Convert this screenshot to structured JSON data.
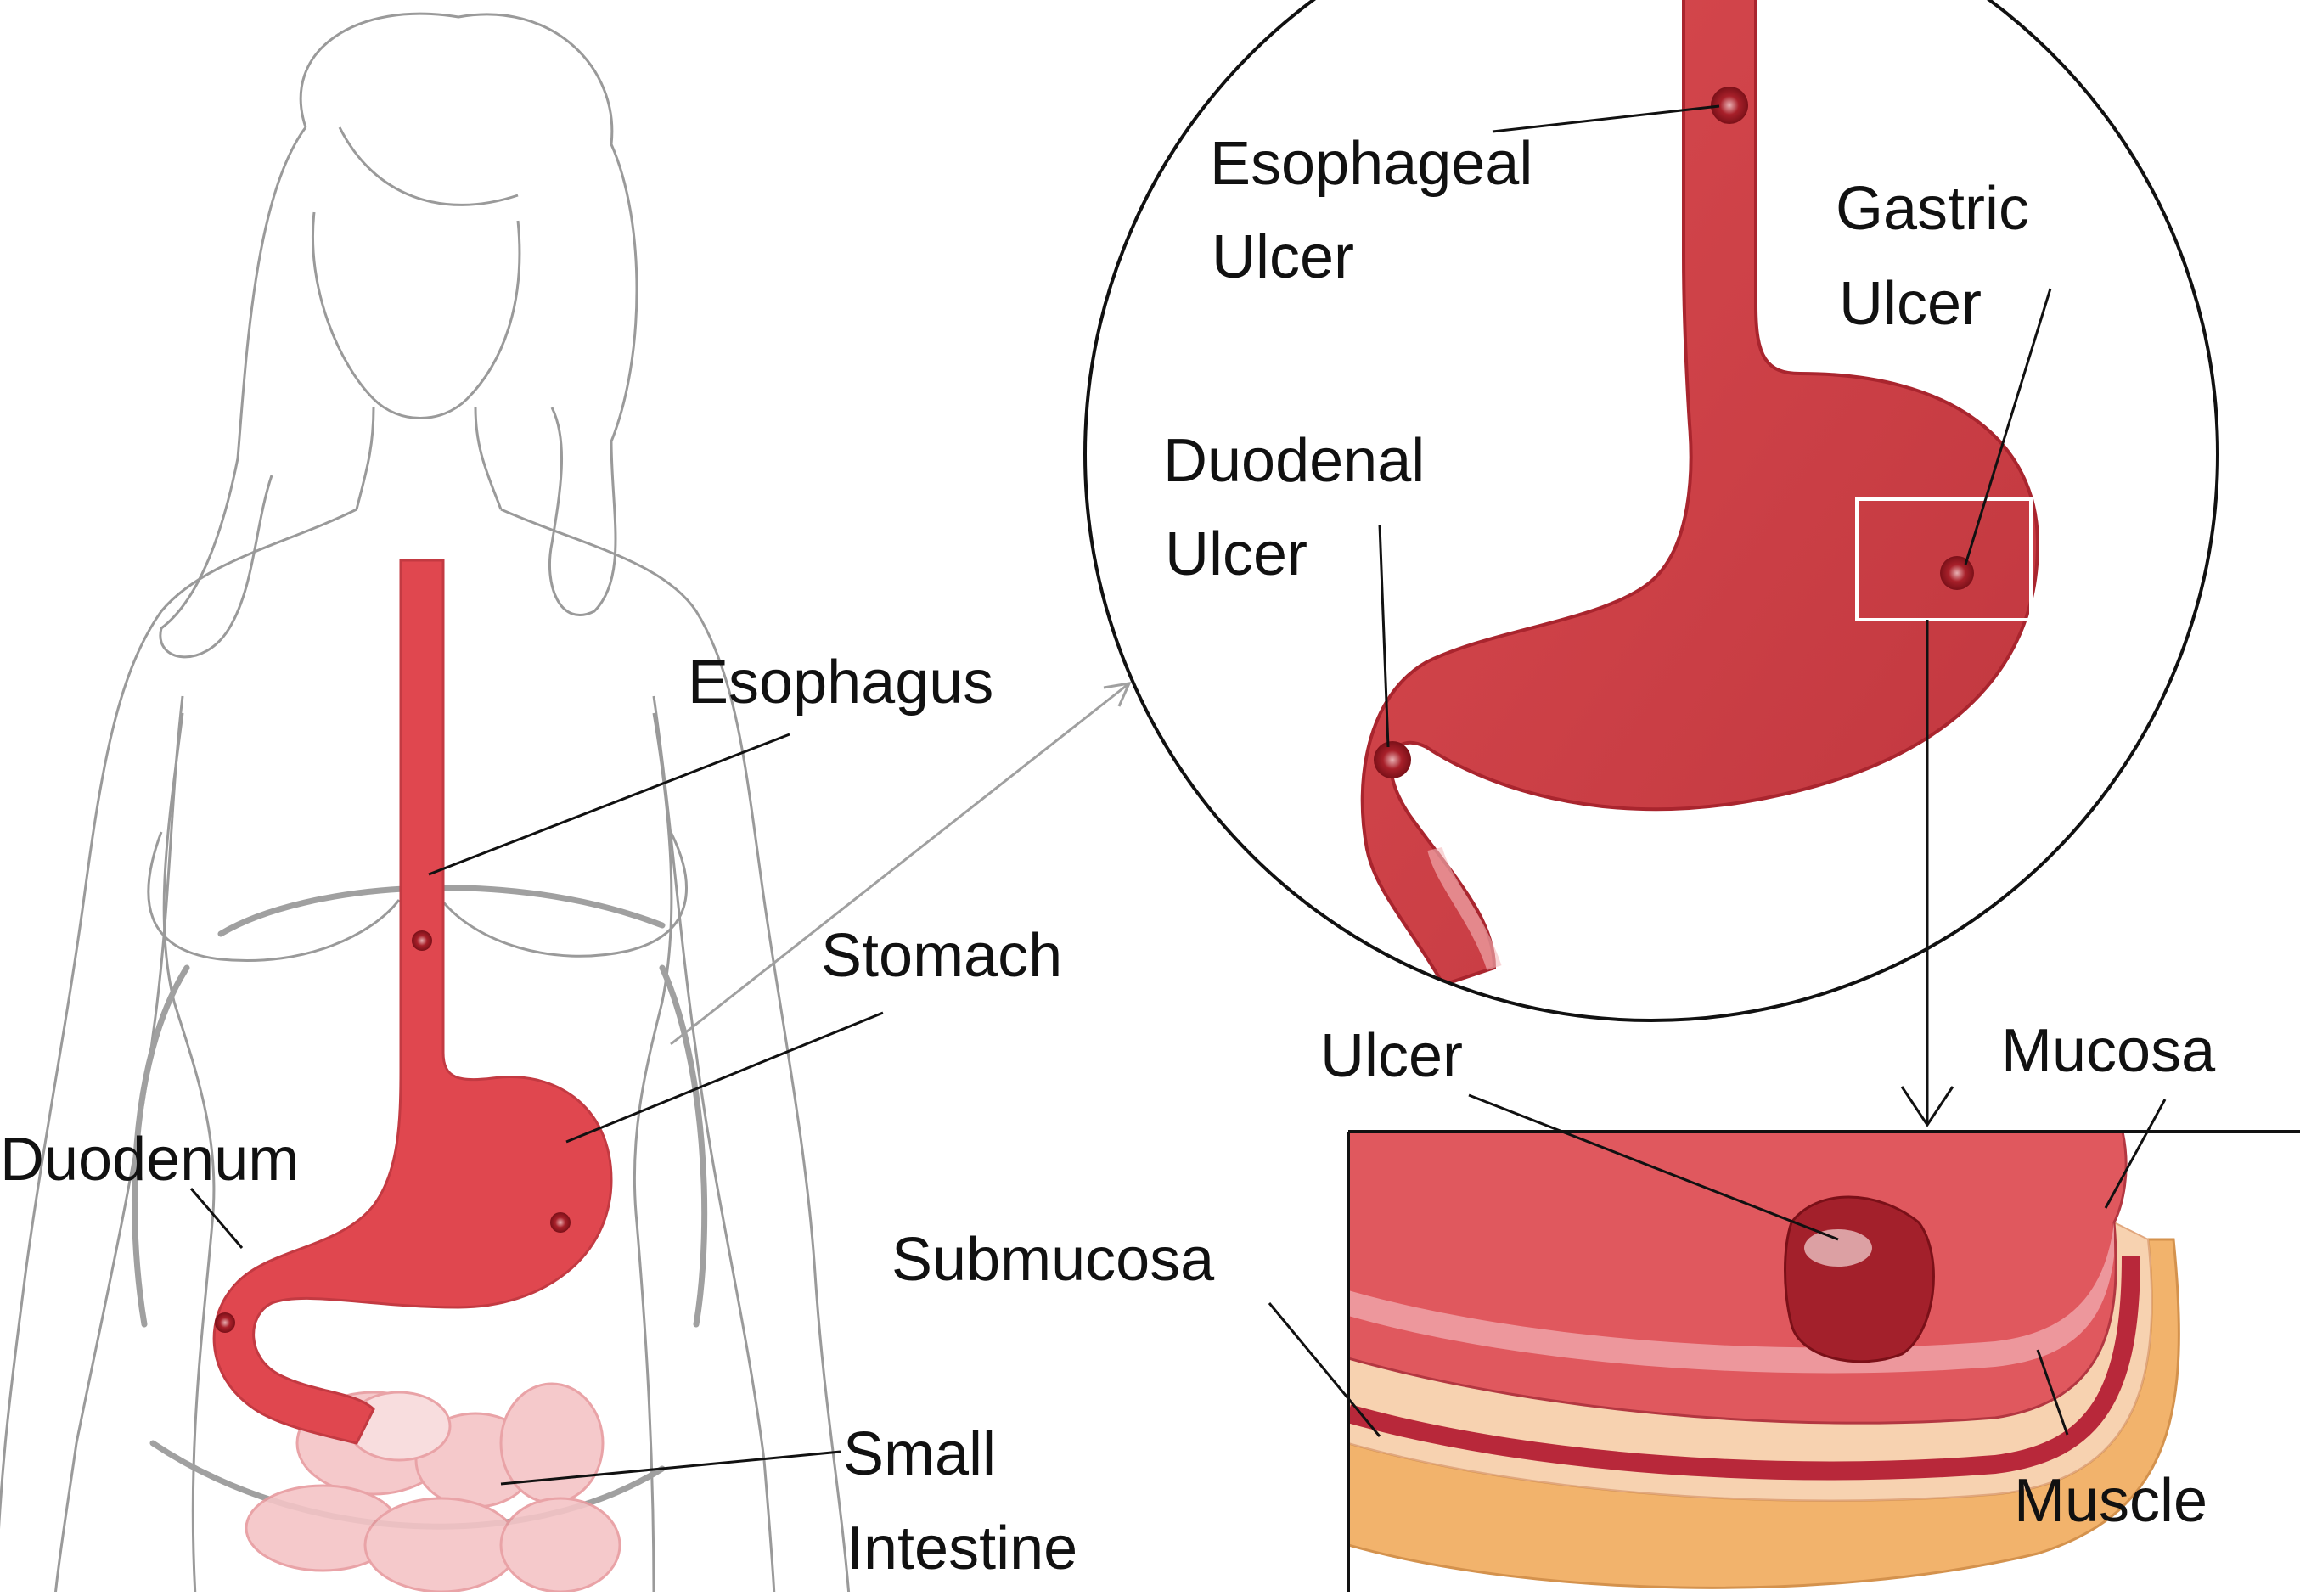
{
  "labels": {
    "esophagus": "Esophagus",
    "stomach": "Stomach",
    "duodenum": "Duodenum",
    "small_intestine_1": "Small",
    "small_intestine_2": "Intestine",
    "esophageal_ulcer_1": "Esophageal",
    "esophageal_ulcer_2": "Ulcer",
    "gastric_ulcer_1": "Gastric",
    "gastric_ulcer_2": "Ulcer",
    "duodenal_ulcer_1": "Duodenal",
    "duodenal_ulcer_2": "Ulcer",
    "ulcer": "Ulcer",
    "mucosa": "Mucosa",
    "submucosa": "Submucosa",
    "muscle": "Muscle"
  },
  "colors": {
    "organ_red": "#e0474f",
    "organ_dark": "#b3262f",
    "ulcer_dark": "#8e1620",
    "intestine_pink": "#f4c4c6",
    "outline_gray": "#9a9a9a",
    "leader_line": "#111111",
    "muscle_tan": "#f2b36c",
    "submucosa_light": "#f7d2b0"
  }
}
